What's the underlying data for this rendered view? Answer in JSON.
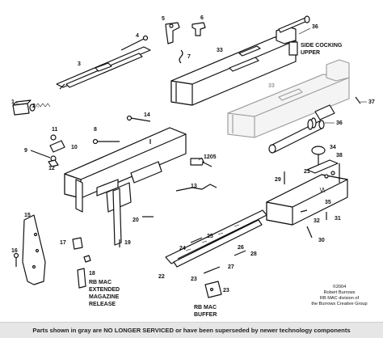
{
  "diagram": {
    "callouts": {
      "c1": "1",
      "c2": "2",
      "c3": "3",
      "c4": "4",
      "c5": "5",
      "c6": "6",
      "c7": "7",
      "c8": "8",
      "c9": "9",
      "c10": "10",
      "c11": "11",
      "c12": "12",
      "c13": "13",
      "c14": "14",
      "c15": "15",
      "c16": "16",
      "c17": "17",
      "c18": "18",
      "c19": "19",
      "c20": "20",
      "c21": "21",
      "c22": "22",
      "c23a": "23",
      "c23b": "23",
      "c24": "24",
      "c25": "25",
      "c26": "26",
      "c27": "27",
      "c28": "28",
      "c29": "29",
      "c30": "30",
      "c31": "31",
      "c32": "32",
      "c33a": "33",
      "c33b": "33",
      "c34": "34",
      "c35": "35",
      "c36a": "36",
      "c36b": "36",
      "c37": "37",
      "c38": "38",
      "c1205": "1205"
    },
    "notes": {
      "side_cocking_1": "SIDE COCKING",
      "side_cocking_2": "UPPER",
      "ext_mag_1": "RB MAC",
      "ext_mag_2": "EXTENDED",
      "ext_mag_3": "MAGAZINE",
      "ext_mag_4": "RELEASE",
      "buffer_1": "RB MAC",
      "buffer_2": "BUFFER"
    },
    "copyright": {
      "line1": "©2004",
      "line2": "Robert Burrows",
      "line3": "RB MAC division of",
      "line4": "the Burrows Creative Group"
    }
  },
  "footer": {
    "text": "Parts shown in gray are NO LONGER SERVICED or have been superseded by newer technology components"
  }
}
